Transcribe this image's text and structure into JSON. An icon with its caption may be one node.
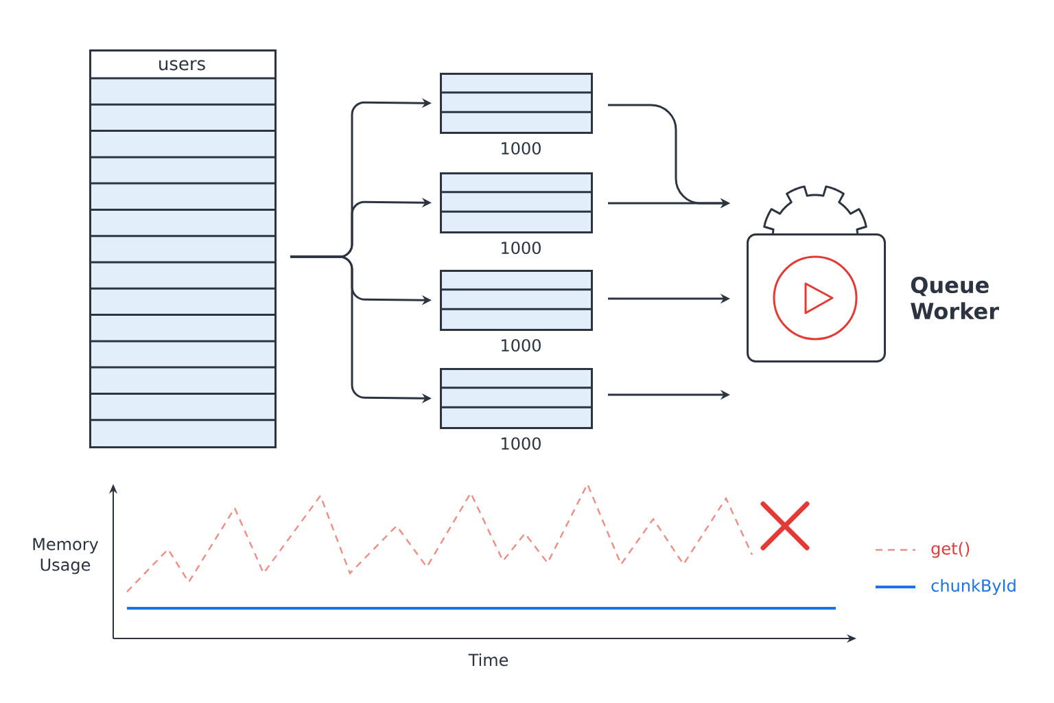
{
  "diagram": {
    "nodes": [
      {
        "text": [
          "users"
        ]
      },
      {
        "text": [],
        "shape": "box",
        "beside": [
          "1000"
        ]
      },
      {
        "text": [],
        "shape": "box",
        "beside": [
          "1000"
        ]
      },
      {
        "text": [],
        "shape": "box",
        "beside": [
          "1000"
        ]
      },
      {
        "text": [],
        "shape": "box",
        "beside": [
          "1000"
        ]
      },
      {
        "text": [
          "Queue Worker"
        ]
      }
    ],
    "edges": [
      {
        "from": 0,
        "to": 1,
        "arrow": "to"
      },
      {
        "from": 0,
        "to": 2,
        "arrow": "to"
      },
      {
        "from": 0,
        "to": 3,
        "arrow": "to"
      },
      {
        "from": 0,
        "to": 4,
        "arrow": "to"
      },
      {
        "from": 1,
        "to": 5,
        "arrow": "to"
      },
      {
        "from": 2,
        "to": 5,
        "arrow": "to"
      },
      {
        "from": 3,
        "to": 5,
        "arrow": "to"
      },
      {
        "from": 4,
        "to": null,
        "arrow": "to"
      }
    ],
    "labels": [
      "Memory Usage",
      "Time"
    ],
    "legend": [
      {
        "text": "get()"
      },
      {
        "text": "chunkById"
      }
    ]
  }
}
